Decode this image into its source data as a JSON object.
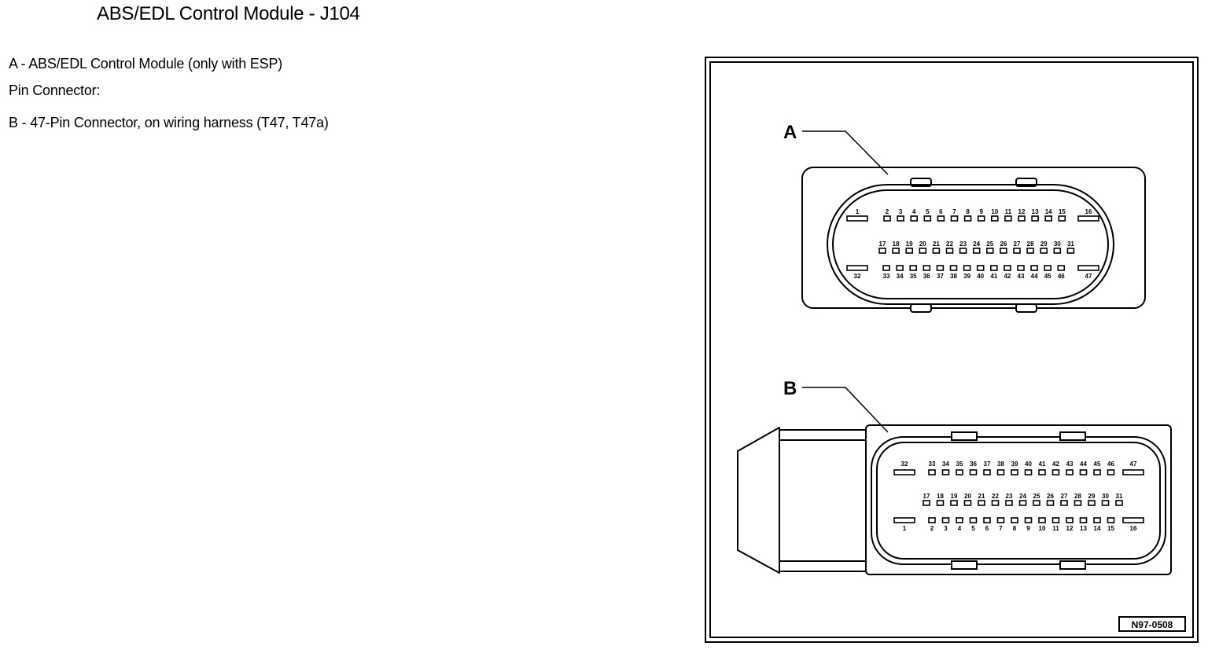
{
  "page": {
    "title": "ABS/EDL Control Module - J104",
    "legend": [
      "A - ABS/EDL Control Module (only with ESP)",
      "Pin Connector:",
      "B - 47-Pin Connector, on wiring harness (T47, T47a)"
    ]
  },
  "figure": {
    "ref": "N97-0508",
    "connector_a": {
      "label": "A",
      "row1": [
        "1",
        "2",
        "3",
        "4",
        "5",
        "6",
        "7",
        "8",
        "9",
        "10",
        "11",
        "12",
        "13",
        "14",
        "15",
        "16"
      ],
      "row2": [
        "17",
        "18",
        "19",
        "20",
        "21",
        "22",
        "23",
        "24",
        "25",
        "26",
        "27",
        "28",
        "29",
        "30",
        "31"
      ],
      "row3": [
        "32",
        "33",
        "34",
        "35",
        "36",
        "37",
        "38",
        "39",
        "40",
        "41",
        "42",
        "43",
        "44",
        "45",
        "46",
        "47"
      ]
    },
    "connector_b": {
      "label": "B",
      "row1": [
        "32",
        "33",
        "34",
        "35",
        "36",
        "37",
        "38",
        "39",
        "40",
        "41",
        "42",
        "43",
        "44",
        "45",
        "46",
        "47"
      ],
      "row2": [
        "17",
        "18",
        "19",
        "20",
        "21",
        "22",
        "23",
        "24",
        "25",
        "26",
        "27",
        "28",
        "29",
        "30",
        "31"
      ],
      "row3": [
        "1",
        "2",
        "3",
        "4",
        "5",
        "6",
        "7",
        "8",
        "9",
        "10",
        "11",
        "12",
        "13",
        "14",
        "15",
        "16"
      ]
    }
  }
}
